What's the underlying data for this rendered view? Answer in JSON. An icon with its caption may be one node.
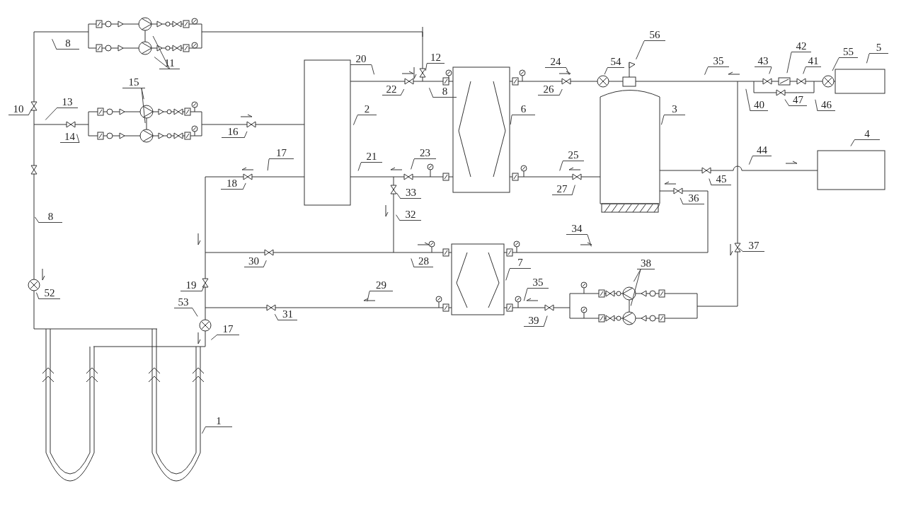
{
  "diagram": {
    "nodes": [
      {
        "text": [
          "8"
        ]
      },
      {
        "text": [
          "11"
        ]
      },
      {
        "text": [
          "56"
        ]
      },
      {
        "text": [
          "12"
        ]
      },
      {
        "text": [
          "20"
        ]
      },
      {
        "text": [
          "54"
        ]
      },
      {
        "text": [
          "5"
        ]
      },
      {
        "text": [
          "42"
        ]
      },
      {
        "text": [
          "43"
        ]
      },
      {
        "text": [
          "41"
        ]
      },
      {
        "text": [
          "55"
        ]
      },
      {
        "text": [
          "22"
        ]
      },
      {
        "text": [
          "8"
        ]
      },
      {
        "text": [
          "24"
        ]
      },
      {
        "text": [
          "26"
        ]
      },
      {
        "text": [
          "35"
        ]
      },
      {
        "text": [
          "10"
        ]
      },
      {
        "text": [
          "13"
        ]
      },
      {
        "text": [
          "15"
        ]
      },
      {
        "text": [
          "40"
        ]
      },
      {
        "text": [
          "47"
        ]
      },
      {
        "text": [
          "46"
        ]
      },
      {
        "text": [
          "14"
        ]
      },
      {
        "text": [
          "2"
        ]
      },
      {
        "text": [
          "6"
        ]
      },
      {
        "text": [
          "3"
        ]
      },
      {
        "text": [
          "16"
        ]
      },
      {
        "text": [
          "17"
        ]
      },
      {
        "text": [
          "23"
        ]
      },
      {
        "text": [
          "4"
        ]
      },
      {
        "text": [
          "21"
        ]
      },
      {
        "text": [
          "25"
        ]
      },
      {
        "text": [
          "44"
        ]
      },
      {
        "text": [
          "18"
        ]
      },
      {
        "text": [
          "27"
        ]
      },
      {
        "text": [
          "45"
        ]
      },
      {
        "text": [
          "33"
        ]
      },
      {
        "text": [
          "36"
        ]
      },
      {
        "text": [
          "32"
        ]
      },
      {
        "text": [
          "8"
        ]
      },
      {
        "text": [
          "34"
        ]
      },
      {
        "text": [
          "28"
        ]
      },
      {
        "text": [
          "30"
        ]
      },
      {
        "text": [
          "37"
        ]
      },
      {
        "text": [
          "19"
        ]
      },
      {
        "text": [
          "7"
        ]
      },
      {
        "text": [
          "38"
        ]
      },
      {
        "text": [
          "52"
        ]
      },
      {
        "text": [
          "29"
        ]
      },
      {
        "text": [
          "35"
        ]
      },
      {
        "text": [
          "31"
        ]
      },
      {
        "text": [
          "39"
        ]
      },
      {
        "text": [
          "53"
        ]
      },
      {
        "text": [
          "17"
        ]
      },
      {
        "text": [
          "1"
        ]
      }
    ],
    "edges": [
      {
        "from": 0,
        "to": null,
        "arrow": "none"
      },
      {
        "from": 1,
        "to": null,
        "arrow": "none"
      },
      {
        "from": 1,
        "to": null,
        "arrow": "none"
      },
      {
        "from": 2,
        "to": null,
        "arrow": "none"
      },
      {
        "from": 3,
        "to": null,
        "arrow": "none"
      },
      {
        "from": 4,
        "to": null,
        "arrow": "none"
      },
      {
        "from": 5,
        "to": null,
        "arrow": "none"
      },
      {
        "from": 6,
        "to": null,
        "arrow": "none"
      },
      {
        "from": 7,
        "to": null,
        "arrow": "none"
      },
      {
        "from": 8,
        "to": null,
        "arrow": "none"
      },
      {
        "from": 9,
        "to": null,
        "arrow": "none"
      },
      {
        "from": 10,
        "to": null,
        "arrow": "none"
      },
      {
        "from": 11,
        "to": null,
        "arrow": "none"
      },
      {
        "from": 12,
        "to": null,
        "arrow": "none"
      },
      {
        "from": 13,
        "to": null,
        "arrow": "none"
      },
      {
        "from": 14,
        "to": null,
        "arrow": "none"
      },
      {
        "from": 15,
        "to": null,
        "arrow": "none"
      },
      {
        "from": 16,
        "to": null,
        "arrow": "none"
      },
      {
        "from": 17,
        "to": null,
        "arrow": "none"
      },
      {
        "from": 18,
        "to": null,
        "arrow": "none"
      },
      {
        "from": 18,
        "to": null,
        "arrow": "none"
      },
      {
        "from": 19,
        "to": null,
        "arrow": "none"
      },
      {
        "from": 20,
        "to": null,
        "arrow": "none"
      },
      {
        "from": 21,
        "to": null,
        "arrow": "none"
      },
      {
        "from": 22,
        "to": null,
        "arrow": "none"
      },
      {
        "from": 23,
        "to": null,
        "arrow": "none"
      },
      {
        "from": 24,
        "to": null,
        "arrow": "none"
      },
      {
        "from": 25,
        "to": null,
        "arrow": "none"
      },
      {
        "from": 26,
        "to": null,
        "arrow": "none"
      },
      {
        "from": 27,
        "to": null,
        "arrow": "none"
      },
      {
        "from": 28,
        "to": null,
        "arrow": "none"
      },
      {
        "from": 29,
        "to": null,
        "arrow": "none"
      },
      {
        "from": 30,
        "to": null,
        "arrow": "none"
      },
      {
        "from": 31,
        "to": null,
        "arrow": "none"
      },
      {
        "from": 32,
        "to": null,
        "arrow": "none"
      },
      {
        "from": 33,
        "to": null,
        "arrow": "none"
      },
      {
        "from": 34,
        "to": null,
        "arrow": "none"
      },
      {
        "from": 35,
        "to": null,
        "arrow": "none"
      },
      {
        "from": 36,
        "to": null,
        "arrow": "none"
      },
      {
        "from": 37,
        "to": null,
        "arrow": "none"
      },
      {
        "from": 38,
        "to": null,
        "arrow": "none"
      },
      {
        "from": 39,
        "to": null,
        "arrow": "none"
      },
      {
        "from": 40,
        "to": null,
        "arrow": "none"
      },
      {
        "from": 41,
        "to": null,
        "arrow": "none"
      },
      {
        "from": 42,
        "to": null,
        "arrow": "none"
      },
      {
        "from": 43,
        "to": null,
        "arrow": "none"
      },
      {
        "from": 44,
        "to": null,
        "arrow": "none"
      },
      {
        "from": 45,
        "to": null,
        "arrow": "none"
      },
      {
        "from": 46,
        "to": null,
        "arrow": "none"
      },
      {
        "from": 46,
        "to": null,
        "arrow": "none"
      },
      {
        "from": 47,
        "to": null,
        "arrow": "none"
      },
      {
        "from": 48,
        "to": null,
        "arrow": "none"
      },
      {
        "from": 49,
        "to": null,
        "arrow": "none"
      },
      {
        "from": 50,
        "to": null,
        "arrow": "none"
      },
      {
        "from": 51,
        "to": null,
        "arrow": "none"
      },
      {
        "from": 52,
        "to": null,
        "arrow": "none"
      },
      {
        "from": 53,
        "to": null,
        "arrow": "none"
      },
      {
        "from": 54,
        "to": null,
        "arrow": "none"
      }
    ]
  }
}
